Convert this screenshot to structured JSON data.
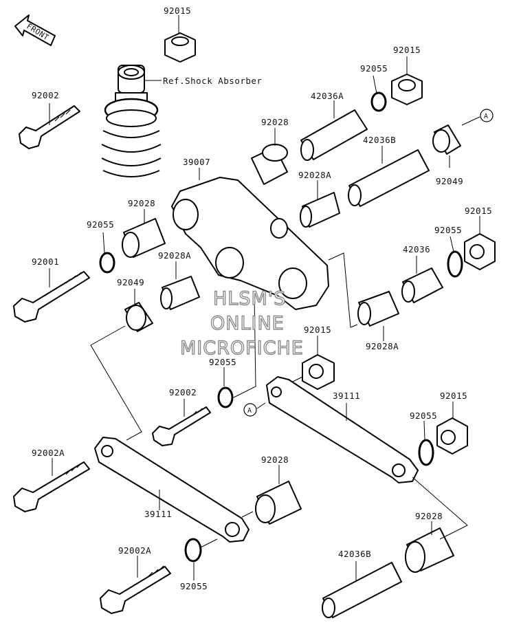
{
  "diagram": {
    "front_label": "FRONT",
    "ref_label": "Ref.Shock Absorber",
    "callout_a": "A",
    "watermark": [
      "HLSM'S",
      "ONLINE",
      "MICROFICHE"
    ],
    "part_labels": [
      "92015",
      "92002",
      "92055",
      "92015",
      "42036A",
      "92028",
      "42036B",
      "39007",
      "92028A",
      "92049",
      "92028",
      "92015",
      "92055",
      "92001",
      "92055",
      "42036",
      "92028A",
      "92049",
      "92015",
      "92028A",
      "92055",
      "92002",
      "39111",
      "92015",
      "92055",
      "92002A",
      "92028",
      "39111",
      "92028",
      "92002A",
      "42036B",
      "92055"
    ]
  }
}
